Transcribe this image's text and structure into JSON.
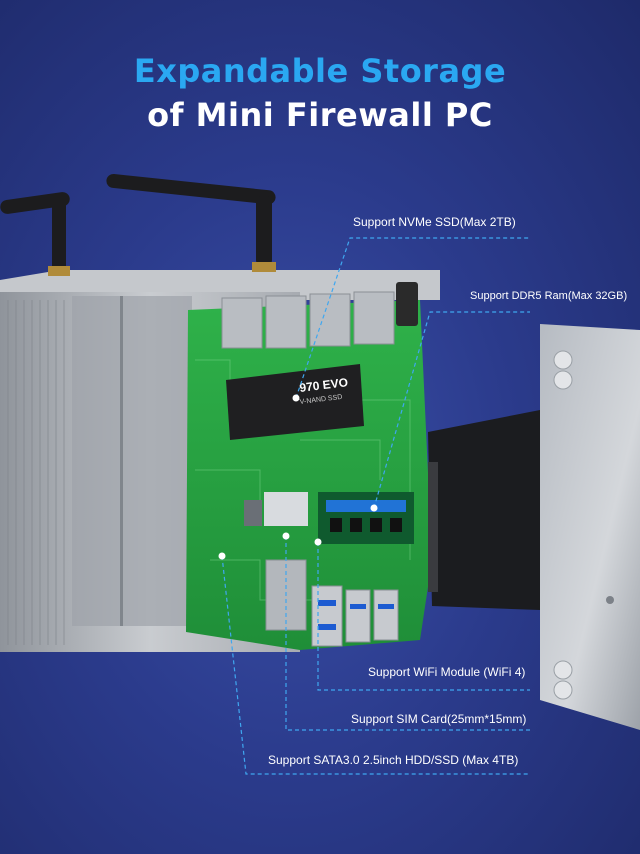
{
  "headline": {
    "line1": "Expandable Storage",
    "line2": "of Mini Firewall PC",
    "accent_color": "#2aa8f2"
  },
  "callouts": [
    {
      "id": "nvme",
      "text": "Support NVMe SSD(Max 2TB)"
    },
    {
      "id": "ddr5",
      "text": "Support DDR5 Ram(Max 32GB)"
    },
    {
      "id": "wifi",
      "text": "Support WiFi Module (WiFi 4)"
    },
    {
      "id": "sim",
      "text": "Support SIM Card(25mm*15mm)"
    },
    {
      "id": "sata",
      "text": "Support SATA3.0 2.5inch HDD/SSD (Max 4TB)"
    }
  ],
  "product_labels": {
    "ssd_brand": "970 EVO",
    "ssd_model": "V-NAND SSD"
  }
}
